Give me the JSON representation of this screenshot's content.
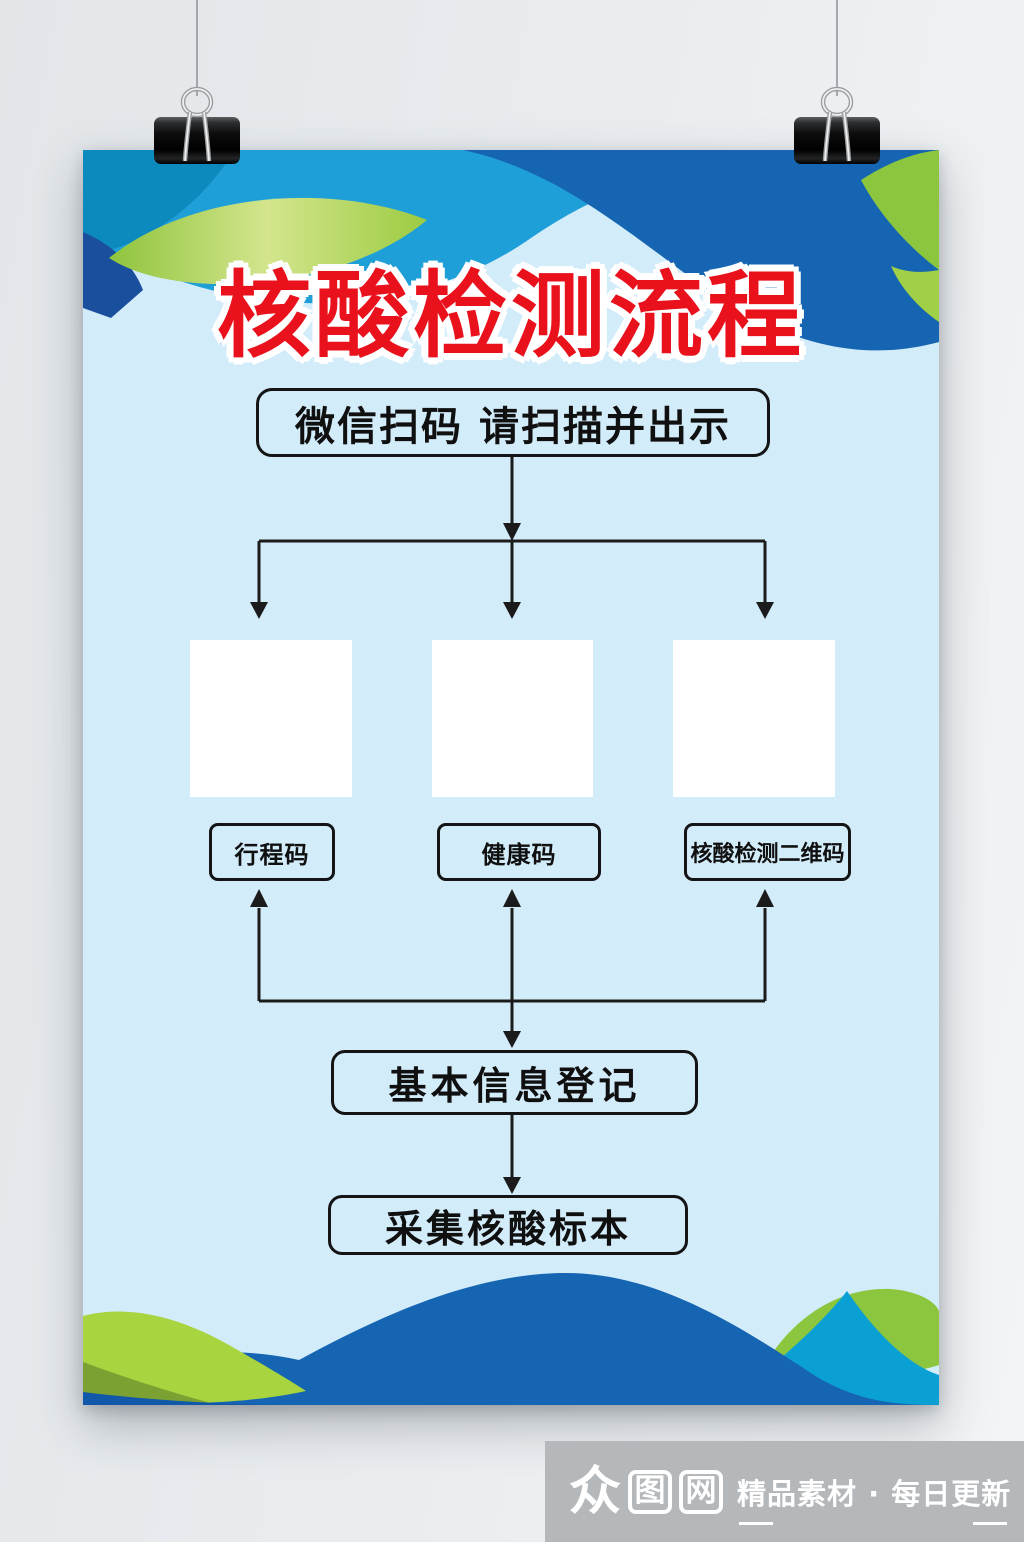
{
  "poster": {
    "title": "核酸检测流程",
    "steps": {
      "scan": "微信扫码 请扫描并出示",
      "register": "基本信息登记",
      "collect": "采集核酸标本"
    },
    "qr_labels": [
      "行程码",
      "健康码",
      "核酸检测二维码"
    ]
  },
  "watermark": {
    "site_logo_chars": [
      "众",
      "图",
      "网"
    ],
    "tagline": "精品素材 · 每日更新"
  },
  "colors": {
    "title_red": "#e8111c",
    "poster_bg": "#d3ecfa",
    "royal_blue": "#1565b2",
    "cyan_blue": "#1f9fd8",
    "teal": "#0d8abd",
    "navy": "#1a4f9d",
    "green": "#8cc63f",
    "light_green": "#a8d43f",
    "olive_green": "#7aa132",
    "line_black": "#1b1b1b",
    "watermark_gray": "#b4b8bb"
  }
}
